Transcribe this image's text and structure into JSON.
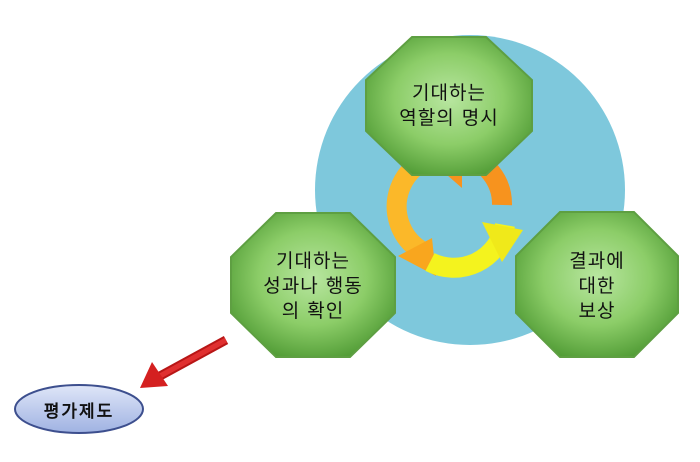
{
  "nodes": {
    "top": {
      "lines": [
        "기대하는",
        "역할의 명시"
      ]
    },
    "left": {
      "lines": [
        "기대하는",
        "성과나 행동",
        "의 확인"
      ]
    },
    "right": {
      "lines": [
        "결과에",
        "대한",
        "보상"
      ]
    }
  },
  "evaluation": {
    "label": "평가제도"
  },
  "colors": {
    "circle": "#7ec8dc",
    "octagon_fill": "#7fc35a",
    "octagon_edge": "#4e8f34",
    "arrow_orange": "#f7931e",
    "arrow_gold": "#fbb829",
    "arrow_yellow": "#f4f31e",
    "pointer_arrow": "#d42020",
    "ellipse_fill": "#b9c7ec",
    "ellipse_edge": "#3d4f8e"
  }
}
